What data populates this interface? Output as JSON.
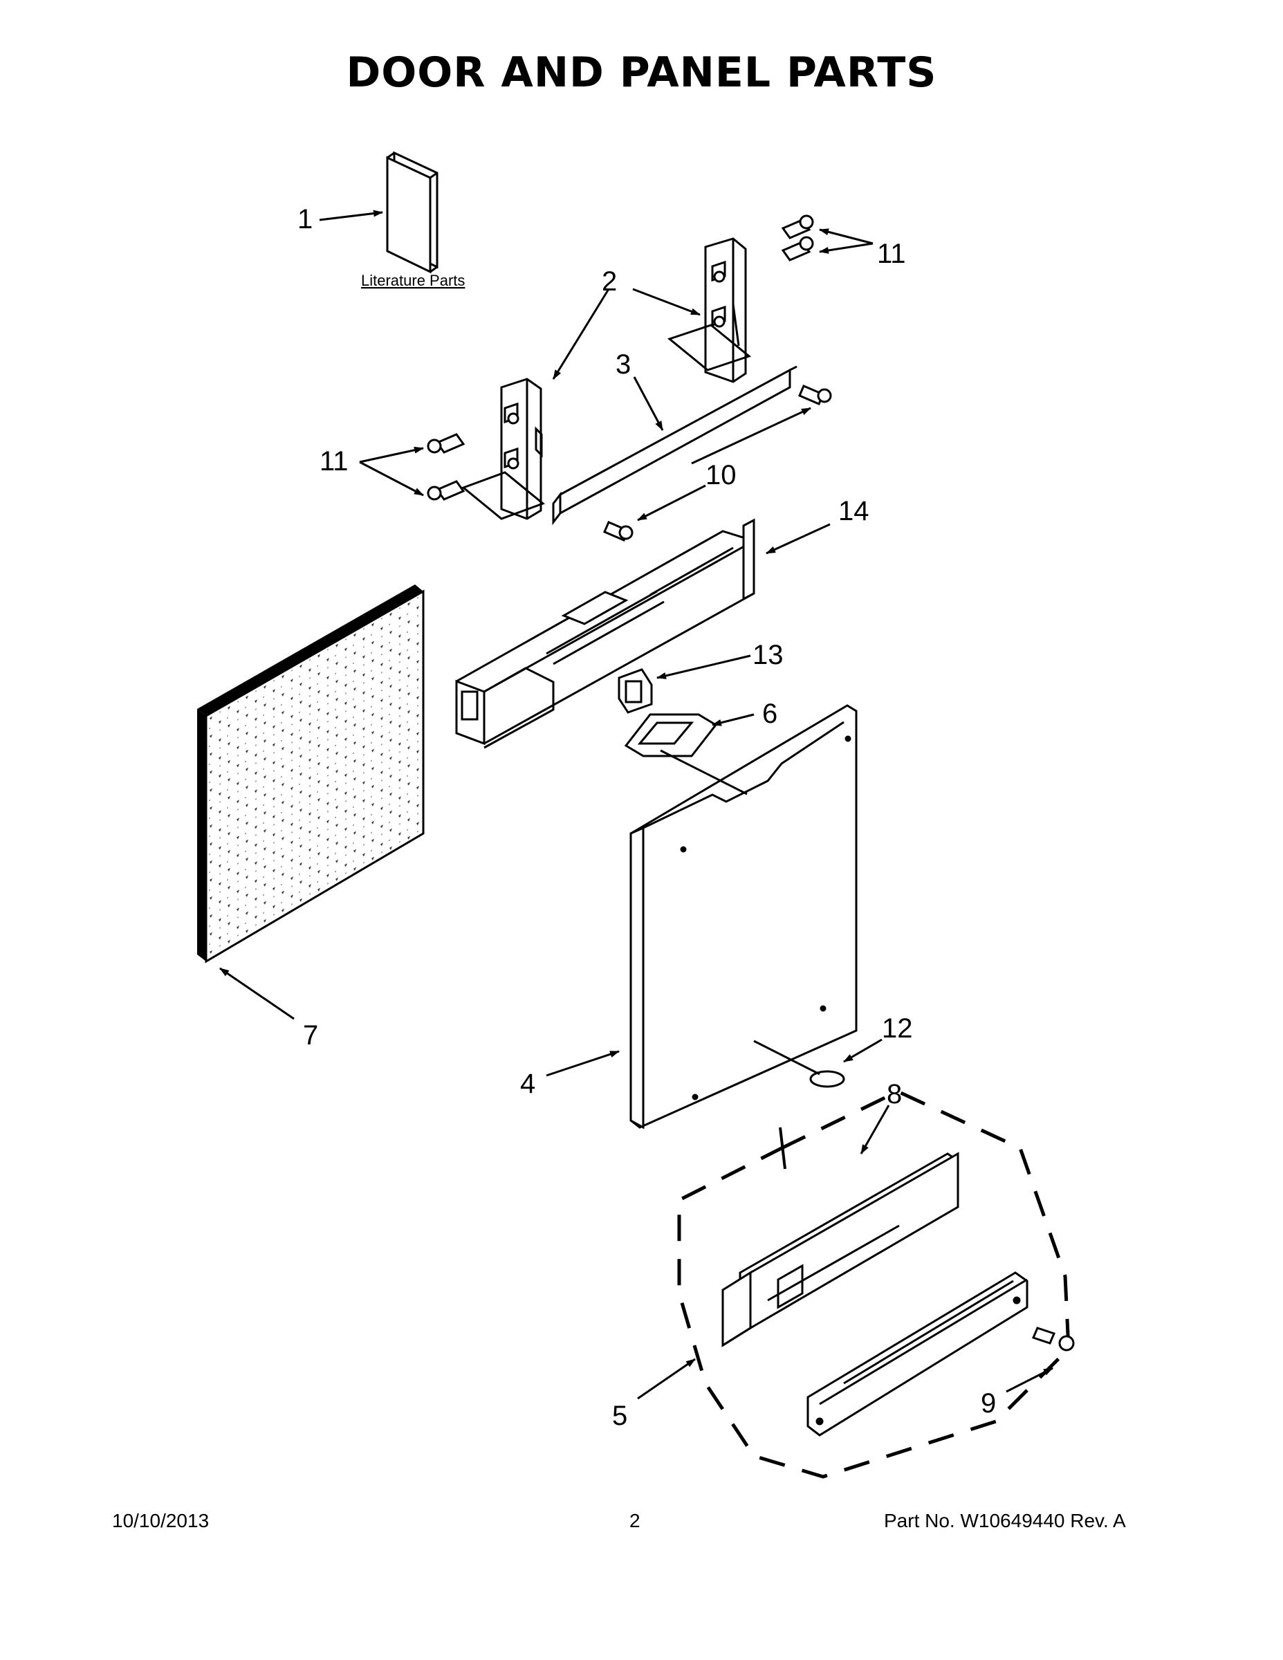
{
  "title": "DOOR AND PANEL PARTS",
  "literature_label": "Literature Parts",
  "callouts": {
    "c1": "1",
    "c2": "2",
    "c3": "3",
    "c4": "4",
    "c5": "5",
    "c6": "6",
    "c7": "7",
    "c8": "8",
    "c9": "9",
    "c10": "10",
    "c11a": "11",
    "c11b": "11",
    "c12": "12",
    "c13": "13",
    "c14": "14"
  },
  "footer": {
    "date": "10/10/2013",
    "page": "2",
    "part_number": "Part No.  W10649440  Rev.  A"
  }
}
